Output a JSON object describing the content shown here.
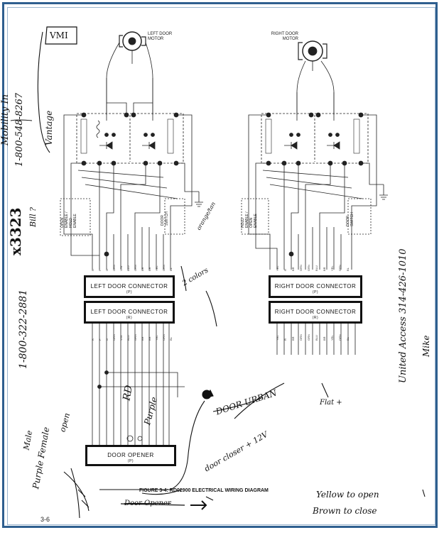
{
  "figure": {
    "caption": "FIGURE 3-4:  RD02900 ELECTRICAL WIRING DIAGRAM",
    "page_number": "3-6"
  },
  "motors": {
    "left": "LEFT DOOR MOTOR",
    "right": "RIGHT DOOR MOTOR"
  },
  "connectors": {
    "left_upper": {
      "label": "LEFT DOOR CONNECTOR",
      "sub": "(P)"
    },
    "left_lower": {
      "label": "LEFT DOOR CONNECTOR",
      "sub": "(R)"
    },
    "right_upper": {
      "label": "RIGHT DOOR CONNECTOR",
      "sub": "(P)"
    },
    "right_lower": {
      "label": "RIGHT DOOR CONNECTOR",
      "sub": "(R)"
    },
    "door_opener": {
      "label": "DOOR OPENER",
      "sub": "(P)"
    }
  },
  "switches": {
    "left_enable": "OPEN ENABLE / HOLD ENABLE",
    "left_limit": "DOOR SWITCH",
    "right_enable": "HOLD ENABLE / OPEN ENABLE",
    "right_limit": "DOOR SWITCH"
  },
  "handwritten": {
    "phone_top": "1-800-548-8267",
    "mobility": "Mobility In",
    "vmi": "VMI",
    "vantage": "Vantage",
    "phone_left": "1-800-322-2881",
    "ext": "x3323",
    "bill": "Bill ?",
    "united": "United Access 314-426-1010",
    "mike": "Mike",
    "purple_female": "Purple Female",
    "open": "open",
    "male": "Male",
    "rd": "RD",
    "purple": "Purple",
    "door_urban": "DOOR URBAN",
    "door_closer": "door closer + 12V",
    "yellow_open": "Yellow to open",
    "brown_close": "Brown to close",
    "two_colors": "2 colors",
    "right_note": "Flat +",
    "orange_tan": "orange/tan",
    "crossed": "Door Opener"
  },
  "wire_labels": {
    "left_pins": [
      "R",
      "P",
      "G",
      "ORN",
      "V/W",
      "BLU",
      "GRN",
      "BR",
      "BR",
      "YEL",
      "ORN",
      "BL"
    ],
    "right_pins": [
      "YEL",
      "R",
      "BR",
      "ORN",
      "GRN",
      "BLU",
      "BR",
      "YEL",
      "ORN",
      "BL"
    ]
  }
}
